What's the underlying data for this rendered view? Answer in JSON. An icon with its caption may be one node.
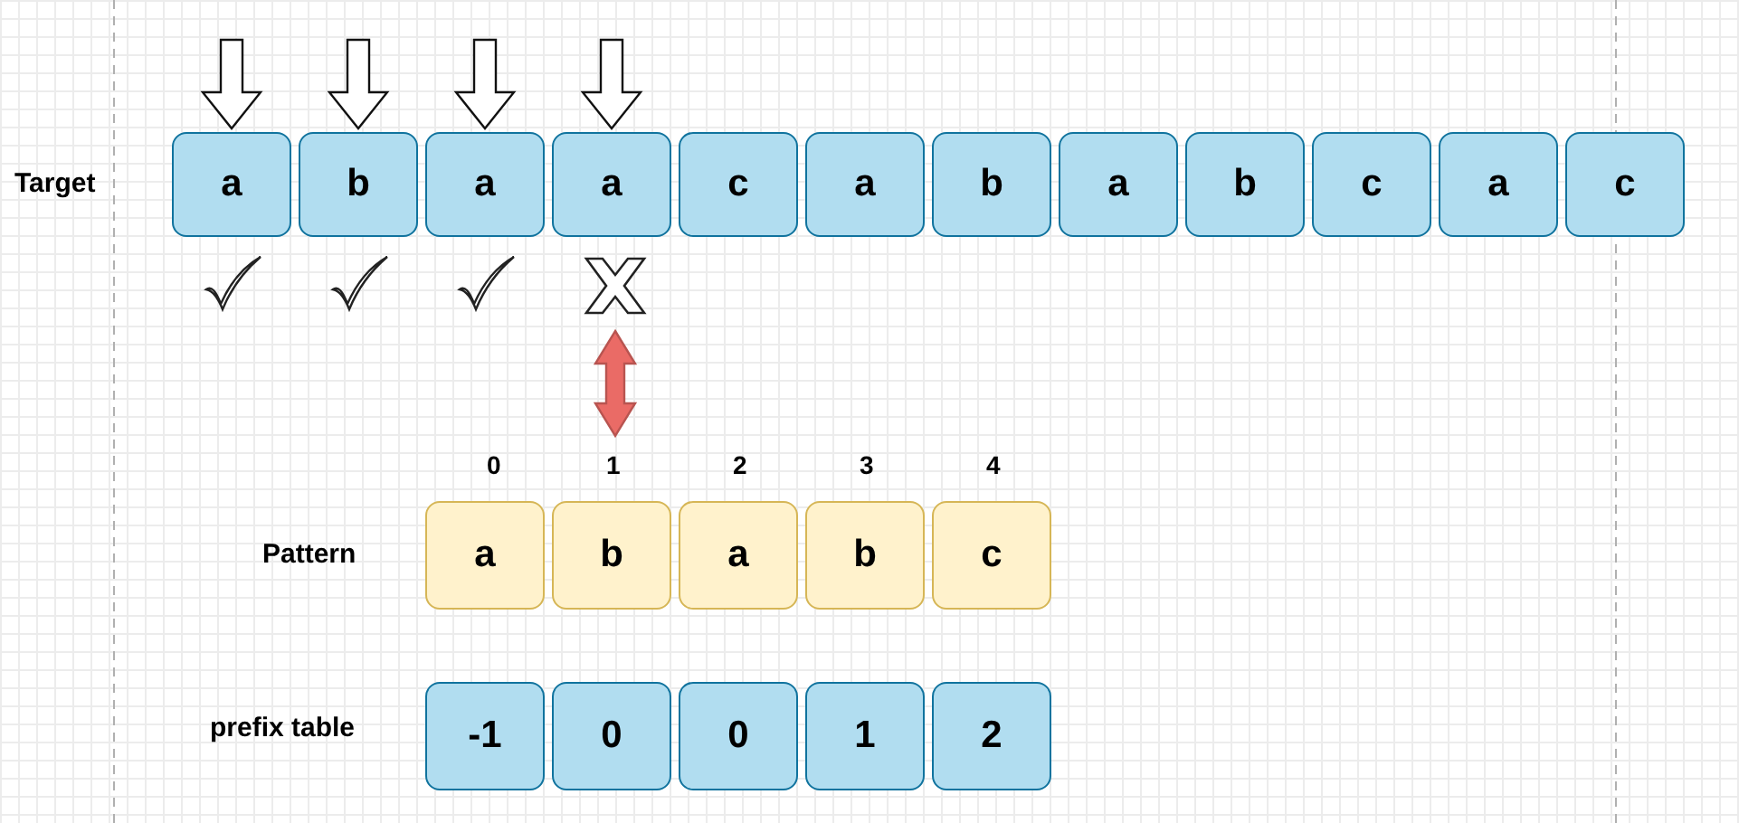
{
  "diagram": {
    "nodes": [
      {
        "text": [
          "a"
        ]
      },
      {
        "text": [
          "b"
        ]
      },
      {
        "text": [
          "a"
        ]
      },
      {
        "text": [
          "a"
        ]
      },
      {
        "text": [
          "c"
        ]
      },
      {
        "text": [
          "a"
        ]
      },
      {
        "text": [
          "b"
        ]
      },
      {
        "text": [
          "a"
        ]
      },
      {
        "text": [
          "b"
        ]
      },
      {
        "text": [
          "c"
        ]
      },
      {
        "text": [
          "a"
        ]
      },
      {
        "text": [
          "c"
        ]
      },
      {
        "text": [
          "a"
        ]
      },
      {
        "text": [
          "b"
        ]
      },
      {
        "text": [
          "a"
        ]
      },
      {
        "text": [
          "b"
        ]
      },
      {
        "text": [
          "c"
        ]
      },
      {
        "text": [
          "-1"
        ]
      },
      {
        "text": [
          "0"
        ]
      },
      {
        "text": [
          "0"
        ]
      },
      {
        "text": [
          "1"
        ]
      },
      {
        "text": [
          "2"
        ]
      }
    ],
    "edges": [
      {
        "from": null,
        "to": 0,
        "arrow": "to"
      },
      {
        "from": null,
        "to": 1,
        "arrow": "to"
      },
      {
        "from": null,
        "to": 2,
        "arrow": "to"
      },
      {
        "from": null,
        "to": 3,
        "arrow": "to"
      },
      {
        "from": 3,
        "to": 13,
        "arrow": "both",
        "color": "#ea6b66"
      }
    ],
    "labels": [
      "Target",
      "0",
      "1",
      "2",
      "3",
      "4",
      "Pattern",
      "prefix table"
    ]
  }
}
